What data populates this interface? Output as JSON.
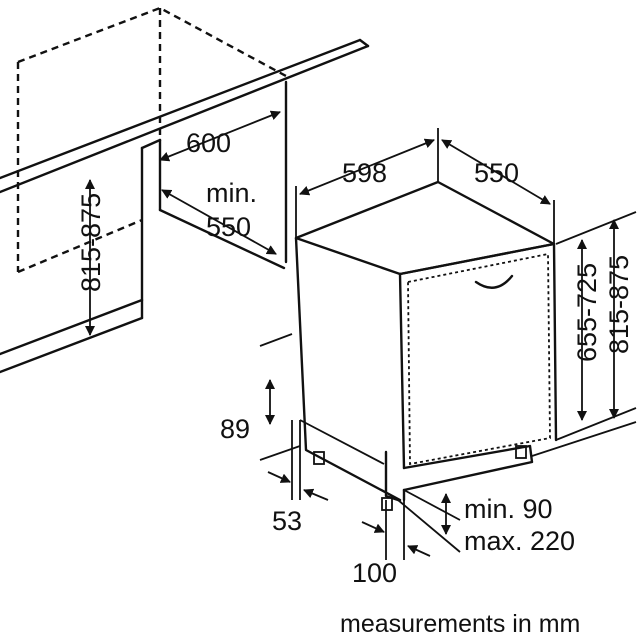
{
  "dimensions": {
    "niche_width": "600",
    "niche_depth_line1": "min.",
    "niche_depth_line2": "550",
    "niche_height": "815-875",
    "appliance_width": "598",
    "appliance_depth": "550",
    "body_height": "655-725",
    "total_height": "815-875",
    "plinth_recess": "89",
    "foot_offset": "53",
    "door_offset": "100",
    "plinth_min": "min. 90",
    "plinth_max": "max. 220"
  },
  "footer": {
    "units_note": "measurements in mm"
  }
}
